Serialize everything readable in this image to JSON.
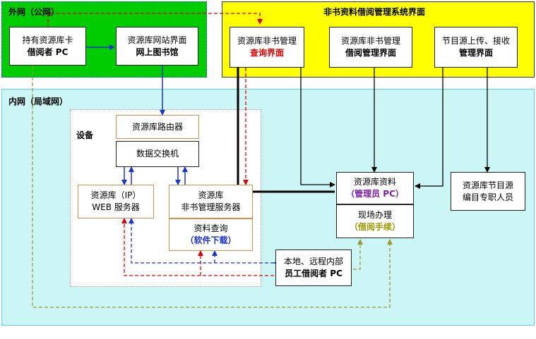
{
  "zones": {
    "external_label": "外网（公网）",
    "yellow_title": "非书资料借阅管理系统界面",
    "internal_label": "内网（局域网）",
    "device_label": "设备"
  },
  "nodes": {
    "card_pc": {
      "line1": "持有资源库卡",
      "line2": "借阅者 PC"
    },
    "website": {
      "line1": "资源库网站界面",
      "line2": "网上图书馆"
    },
    "query_ui": {
      "line1": "资源库非书管理",
      "line2": "查询界面"
    },
    "borrow_ui": {
      "line1": "资源库非书管理",
      "line2": "借阅管理界面"
    },
    "upload_ui": {
      "line1": "节目源上传、接收",
      "line2": "管理界面"
    },
    "router": {
      "line1": "资源库路由器"
    },
    "switch": {
      "line1": "数据交换机"
    },
    "web_server": {
      "line1": "资源库（IP）",
      "line2": "WEB 服务器"
    },
    "nonbook_server": {
      "line1": "资源库",
      "line2": "非书管理服务器"
    },
    "query_download": {
      "line1": "资料查询",
      "line2": "（软件下载）"
    },
    "admin_pc": {
      "line1": "资源库资料",
      "line2": "（管理员 PC）"
    },
    "onsite": {
      "line1": "现场办理",
      "line2": "（借阅手续）"
    },
    "catalog_staff": {
      "line1": "资源库节目源",
      "line2": "编目专职人员"
    },
    "staff_pc": {
      "line1": "本地、远程内部",
      "line2": "员工借阅者 PC"
    }
  },
  "colors": {
    "external_zone": "#00cc00",
    "yellow_zone": "#ffff00",
    "internal_zone": "#ccf5f5",
    "blue_link": "#1a33cc",
    "red_link": "#e00000",
    "olive_link": "#999933",
    "black_link": "#000000"
  }
}
